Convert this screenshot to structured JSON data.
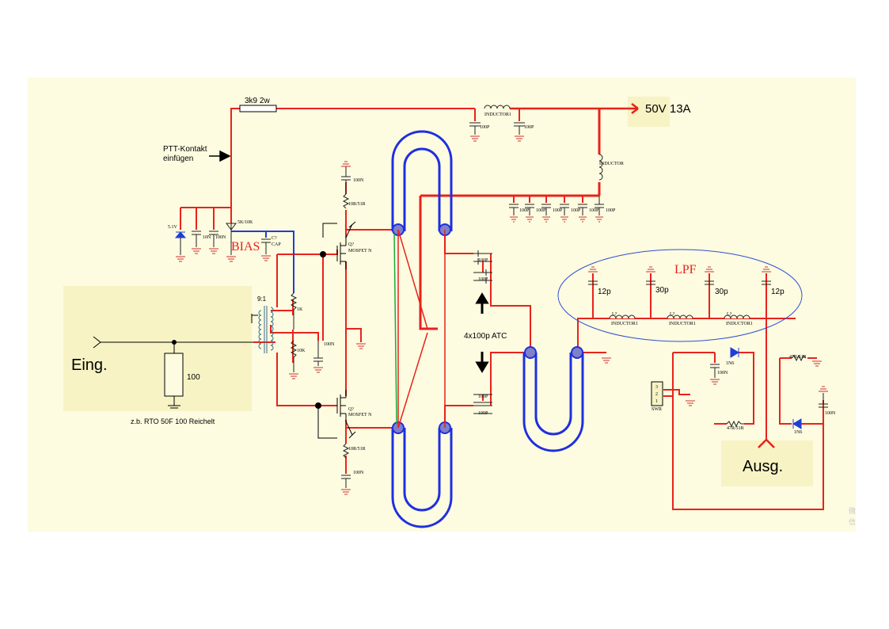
{
  "labels": {
    "resistor_top": "3k9 2w",
    "supply": "50V 13A",
    "ptt": "PTT-Kontakt",
    "ptt2": "einfügen",
    "bias": "BIAS",
    "lpf": "LPF",
    "eing": "Eing.",
    "ausg": "Ausg.",
    "r100": "100",
    "reichelt": "z.b. RTO 50F 100 Reichelt",
    "atc": "4x100p ATC",
    "ratio": "9:1",
    "pot": "5K/10K",
    "zener": "5.1V",
    "r1k": "1K",
    "r10k": "10K",
    "c100n": "100N",
    "c100n_b": "10N",
    "c100n_c": "100N",
    "c100n_d": "100N",
    "c100n_e": "100N",
    "c100n_f": "100N",
    "c100n_g": "100N",
    "c100n_h": "100N",
    "cap": "CAP",
    "c_ref": "C?",
    "mosfet": "MOSFET N",
    "mosfet2": "MOSFET N",
    "q_ref": "Q?",
    "q_ref2": "Q?",
    "r10r": "10R/51R",
    "r10r2": "10R/51R",
    "c100n_top": "100N",
    "c100n_bot": "100N",
    "inductor1": "INDUCTOR1",
    "inductor": "INDUCTOR",
    "c100p_1": "100P",
    "c100p_2": "100P",
    "c100p_a": "100P",
    "c100p_b": "100P",
    "c100p_c": "100P",
    "c100p_d": "100P",
    "c100p_e": "100P",
    "c100p_f": "100P",
    "atc1": "100P",
    "atc2": "100P",
    "atc3": "100P",
    "atc4": "100P",
    "c12p_1": "12p",
    "c30p_1": "30p",
    "c30p_2": "30p",
    "c12p_2": "12p",
    "l1": "INDUCTOR1",
    "l2": "INDUCTOR1",
    "l3": "INDUCTOR1",
    "l_ref1": "L?",
    "l_ref2": "L?",
    "l_ref3": "L?",
    "swr": "SWR",
    "swr_pins": [
      "3",
      "2",
      "1"
    ],
    "d1": "1N6",
    "d2": "1N6",
    "r47a": "47R/51R",
    "r47b": "47R/51R",
    "c100n_swr": "100N",
    "c100n_swr2": "100N",
    "watermark": "微\n信"
  },
  "colors": {
    "background": "#ffffff",
    "panel": "#fdfbe0",
    "input_box": "#f7f3c4",
    "wire": "#e8231c",
    "bias_wire": "#1f3fd4",
    "coax": "#1f2fe0",
    "coax_fill": "#8080c8",
    "green": "#1faa3a",
    "lpf_ellipse": "#2d4fd4"
  }
}
